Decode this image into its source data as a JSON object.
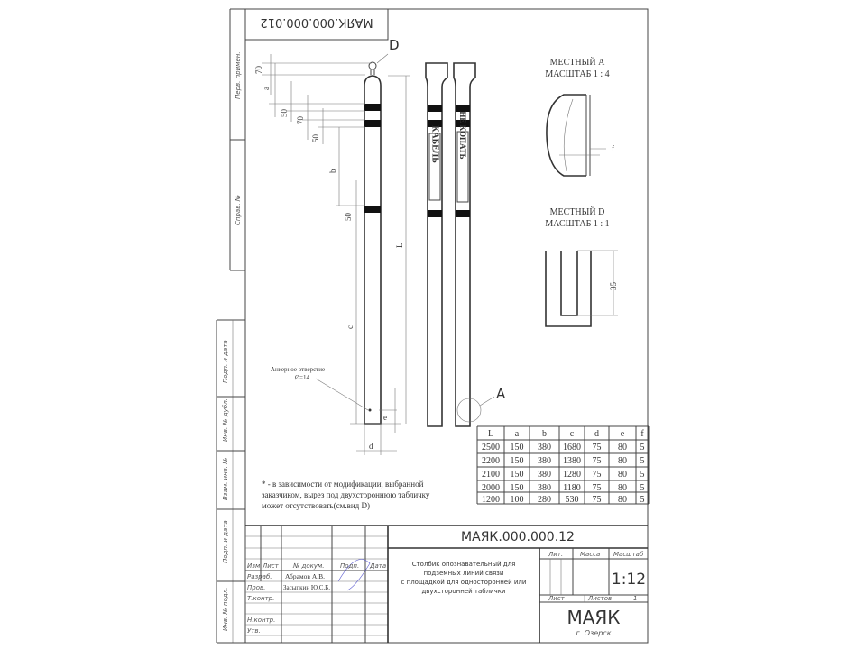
{
  "drawing": {
    "mirrored_designation": "МАЯК.000.000.012",
    "designation": "МАЯК.000.000.12",
    "view_labels": {
      "d": "D",
      "a": "A"
    },
    "pole_labels": {
      "cable": "КАБЕЛЬ",
      "no_dig": "НЕ КОПАТЬ"
    },
    "dimensions": {
      "d70_top": "70",
      "a": "a",
      "d50_1": "50",
      "d70_2": "70",
      "d50_2": "50",
      "b": "b",
      "d50_3": "50",
      "c": "c",
      "L": "L",
      "d": "d",
      "e": "e",
      "d35": "35",
      "f": "f"
    },
    "anchor_note": [
      "Анкерное отверстие",
      "Ø=14"
    ],
    "detail_a": [
      "МЕСТНЫЙ A",
      "МАСШТАБ 1 : 4"
    ],
    "detail_d": [
      "МЕСТНЫЙ D",
      "МАСШТАБ 1 : 1"
    ],
    "footnote": [
      "* - в зависимости от модификации, выбранной",
      "заказчиком, вырез под двухстороннюю табличку",
      "может отсутствовать(см.вид D)"
    ]
  },
  "table": {
    "headers": [
      "L",
      "a",
      "b",
      "c",
      "d",
      "e",
      "f"
    ],
    "rows": [
      [
        "2500",
        "150",
        "380",
        "1680",
        "75",
        "80",
        "5"
      ],
      [
        "2200",
        "150",
        "380",
        "1380",
        "75",
        "80",
        "5"
      ],
      [
        "2100",
        "150",
        "380",
        "1280",
        "75",
        "80",
        "5"
      ],
      [
        "2000",
        "150",
        "380",
        "1180",
        "75",
        "80",
        "5"
      ],
      [
        "1200",
        "100",
        "280",
        "530",
        "75",
        "80",
        "5"
      ]
    ]
  },
  "margin_stamps": [
    "Перв. примен.",
    "Справ. №",
    "Подп. и дата",
    "Инв. № дубл.",
    "Взам. инв. №",
    "Подп. и дата",
    "Инв. № подл."
  ],
  "title_block": {
    "col_headers": [
      "Изм",
      "Лист",
      "№ докум.",
      "Подп.",
      "Дата"
    ],
    "roles": [
      "Разраб.",
      "Пров.",
      "Т.контр.",
      "Н.контр.",
      "Утв."
    ],
    "names": [
      "Абрамов А.В.",
      "Засыпкин Ю.С.Б."
    ],
    "description": [
      "Столбик опознавательный для",
      "подземных линий связи",
      "с площадкой для односторонней или",
      "двухсторонней таблички"
    ],
    "lit_label": "Лит.",
    "mass_label": "Масса",
    "scale_label": "Масштаб",
    "scale": "1:12",
    "sheet_label": "Лист",
    "sheets_label": "Листов",
    "sheets": "1",
    "org": "МАЯК",
    "city": "г. Озерск"
  }
}
